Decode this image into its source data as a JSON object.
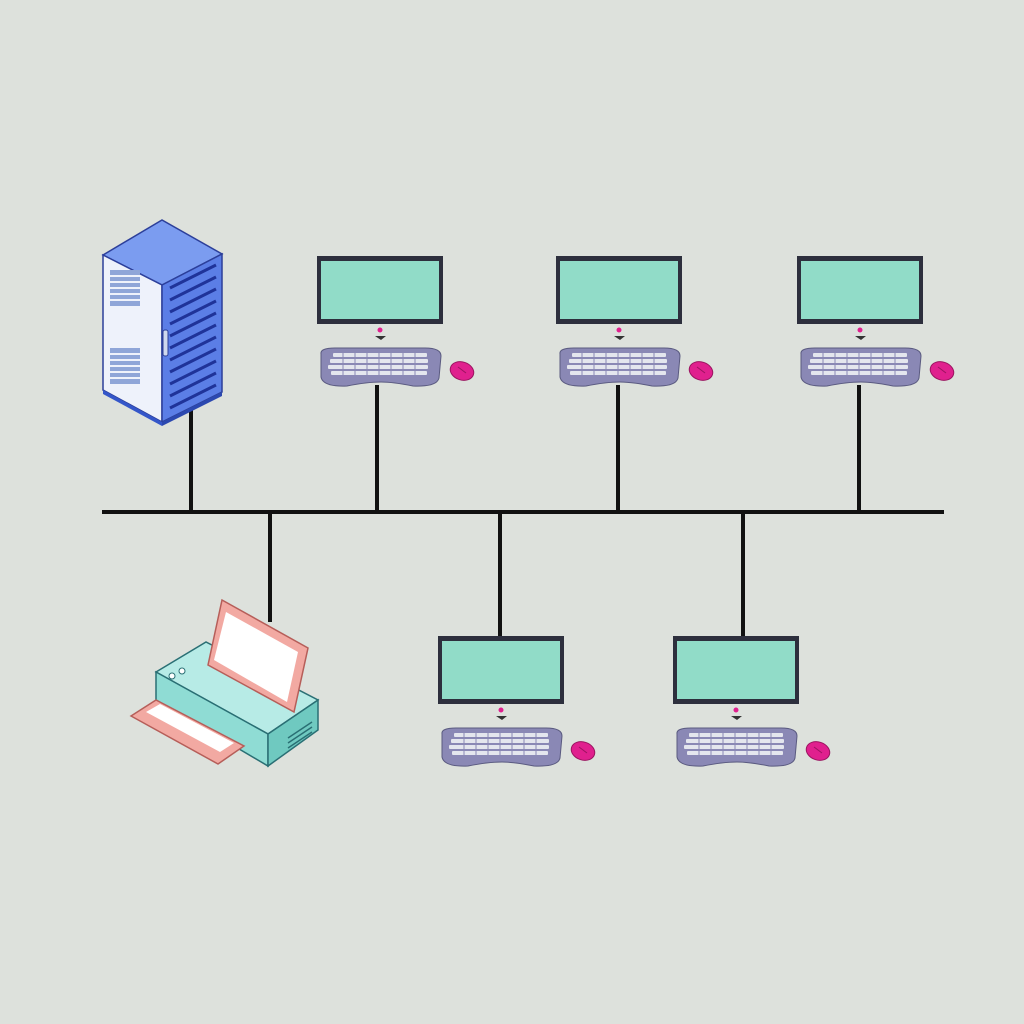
{
  "diagram": {
    "topology": "bus",
    "colors": {
      "background": "#dde1dc",
      "bus_line": "#111111",
      "server_light": "#eef2fb",
      "server_blue": "#5b7ee6",
      "server_dark": "#3456c9",
      "screen": "#91dcc8",
      "monitor_frame": "#2d2f3d",
      "keyboard_base": "#8a88b5",
      "key": "#e4e6ee",
      "mouse": "#e0208e",
      "printer_body": "#8fdcd4",
      "printer_paper": "#f2a9a2"
    },
    "nodes": [
      {
        "id": "server",
        "device": "server-rack",
        "icon": "server-rack-icon"
      },
      {
        "id": "pc-top-1",
        "device": "desktop-computer",
        "icon": "desktop-computer-icon"
      },
      {
        "id": "pc-top-2",
        "device": "desktop-computer",
        "icon": "desktop-computer-icon"
      },
      {
        "id": "pc-top-3",
        "device": "desktop-computer",
        "icon": "desktop-computer-icon"
      },
      {
        "id": "printer",
        "device": "printer",
        "icon": "printer-icon"
      },
      {
        "id": "pc-bottom-1",
        "device": "desktop-computer",
        "icon": "desktop-computer-icon"
      },
      {
        "id": "pc-bottom-2",
        "device": "desktop-computer",
        "icon": "desktop-computer-icon"
      }
    ]
  }
}
